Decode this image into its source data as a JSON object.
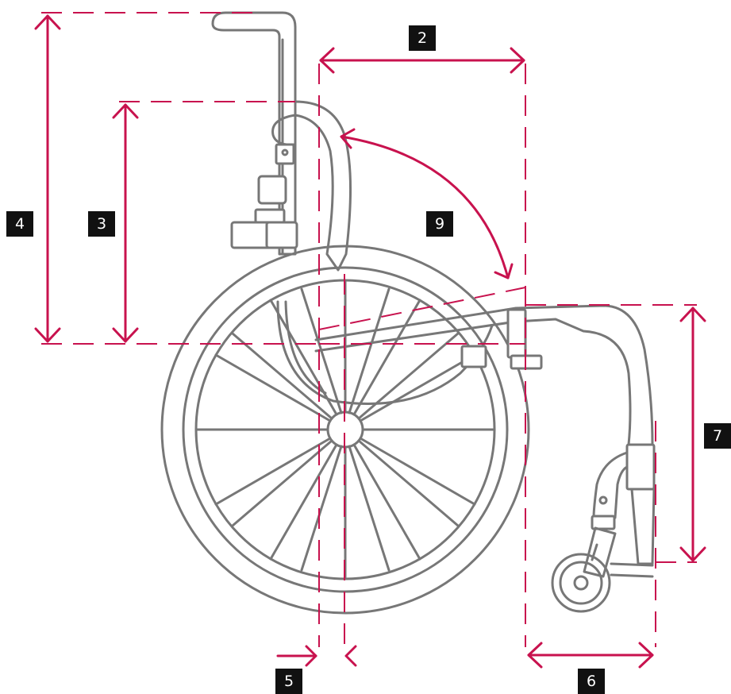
{
  "labels": {
    "seat_depth": "2",
    "backrest_height": "3",
    "push_handle_height": "4",
    "axle_offset": "5",
    "front_frame_length": "6",
    "seat_front_height": "7",
    "backrest_angle": "9"
  },
  "colors": {
    "measurement": "#c8124e",
    "chair_outline": "#777777",
    "label_background": "#111111",
    "label_text": "#ffffff"
  }
}
